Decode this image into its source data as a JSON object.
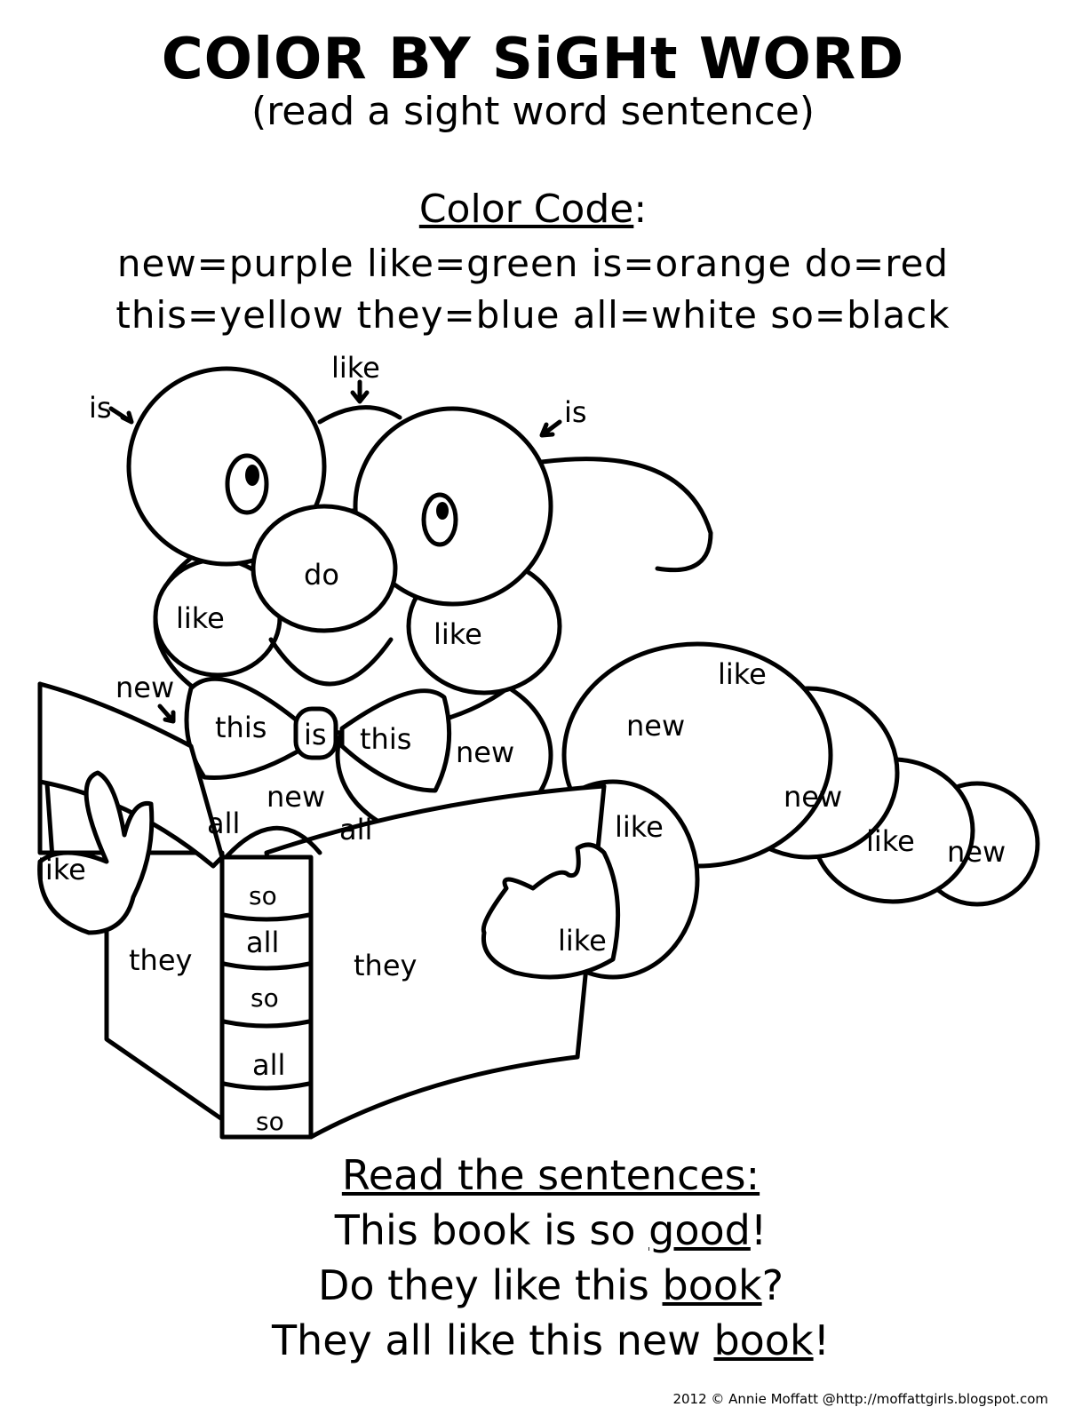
{
  "header": {
    "title": "COlOR BY SiGHt WORD",
    "subtitle": "(read a sight word sentence)"
  },
  "color_code": {
    "heading": "Color Code",
    "heading_suffix": ":",
    "line1": "new=purple  like=green  is=orange  do=red",
    "line2": "this=yellow  they=blue  all=white  so=black"
  },
  "labels": {
    "glasses_left": "is",
    "glasses_bridge": "like",
    "glasses_right": "is",
    "nose": "do",
    "cheek_left": "like",
    "cheek_right": "like",
    "bowtie_left": "this",
    "bowtie_center": "is",
    "bowtie_right": "this",
    "neck_arrow": "new",
    "body_chest": "new",
    "body_side": "new",
    "book_top_left": "all",
    "book_top_right": "all",
    "hand_left": "like",
    "hand_right": "like",
    "cover_left": "they",
    "cover_right": "they",
    "spine": [
      "so",
      "all",
      "so",
      "all",
      "so"
    ],
    "segment_1_top": "like",
    "segment_1": "new",
    "segment_1_bottom": "like",
    "segment_2": "new",
    "segment_3": "like",
    "segment_4": "new"
  },
  "sentences": {
    "heading": "Read the sentences:",
    "s1_a": "This book is so ",
    "s1_u": "good",
    "s1_b": "!",
    "s2_a": "Do they like this ",
    "s2_u": "book",
    "s2_b": "?",
    "s3_a": "They all like this new ",
    "s3_u": "book",
    "s3_b": "!"
  },
  "footer": "2012 © Annie Moffatt @http://moffattgirls.blogspot.com"
}
